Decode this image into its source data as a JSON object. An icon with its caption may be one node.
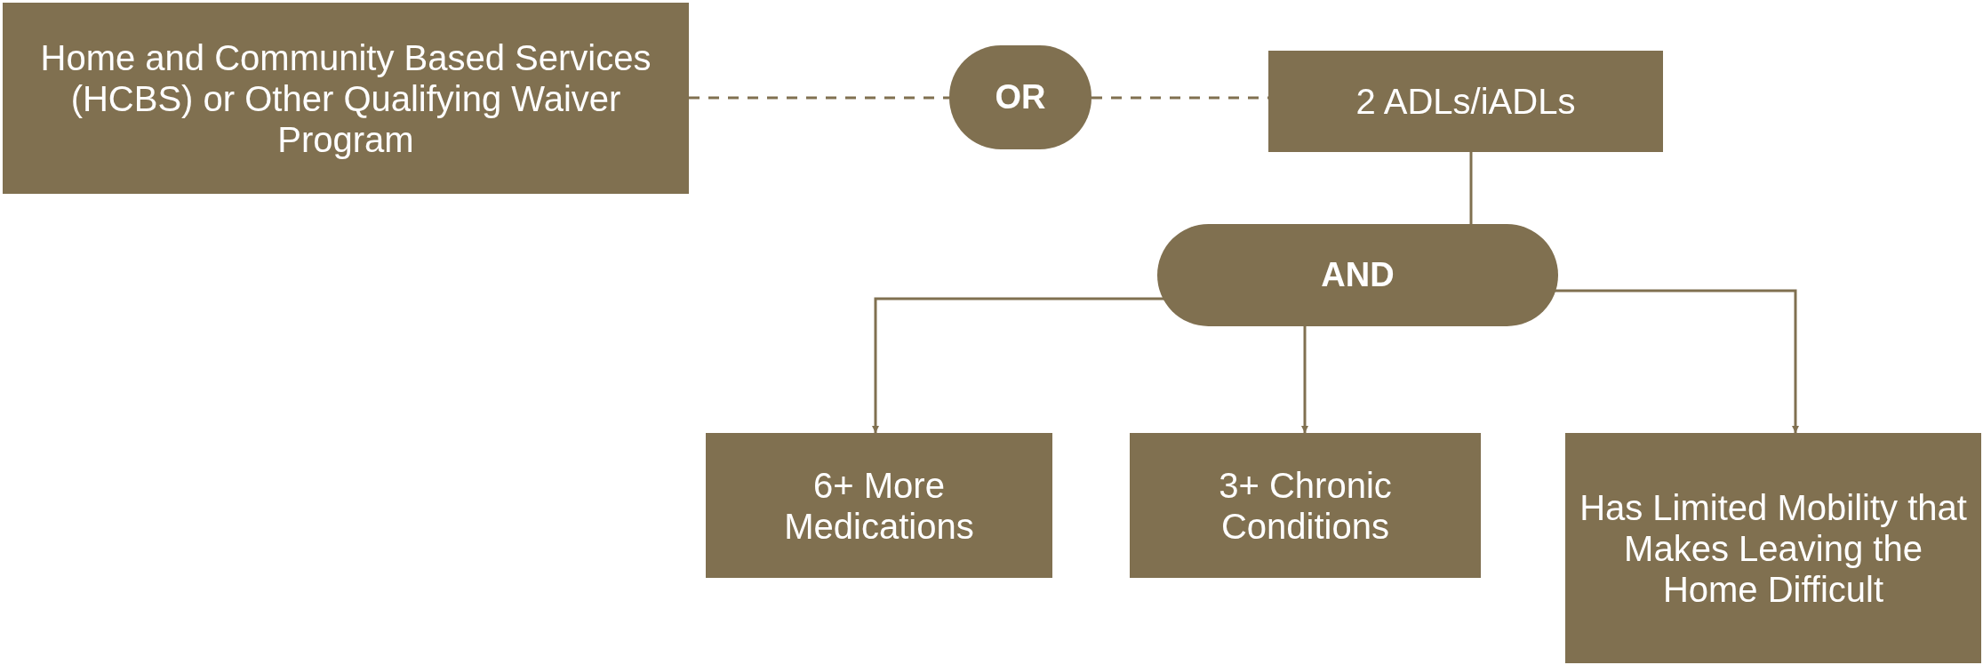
{
  "diagram": {
    "nodes": [
      {
        "text": [
          "Home and Community Based Services (HCBS) or Other Qualifying Waiver Program"
        ]
      },
      {
        "text": [
          "OR"
        ]
      },
      {
        "text": [
          "2 ADLs/iADLs"
        ]
      },
      {
        "text": [
          "AND"
        ]
      },
      {
        "text": [
          "6+ More Medications"
        ]
      },
      {
        "text": [
          "3+ Chronic Conditions"
        ]
      },
      {
        "text": [
          "Has Limited Mobility that Makes Leaving the Home Difficult"
        ]
      }
    ],
    "edges": [
      {
        "from": 0,
        "to": 1,
        "arrow": "none",
        "style": "dashed"
      },
      {
        "from": 1,
        "to": 2,
        "arrow": "none",
        "style": "dashed"
      },
      {
        "from": 2,
        "to": 3,
        "arrow": "none"
      },
      {
        "from": 3,
        "to": 4,
        "arrow": "to"
      },
      {
        "from": 3,
        "to": 5,
        "arrow": "to"
      },
      {
        "from": 3,
        "to": 6,
        "arrow": "to"
      }
    ]
  }
}
